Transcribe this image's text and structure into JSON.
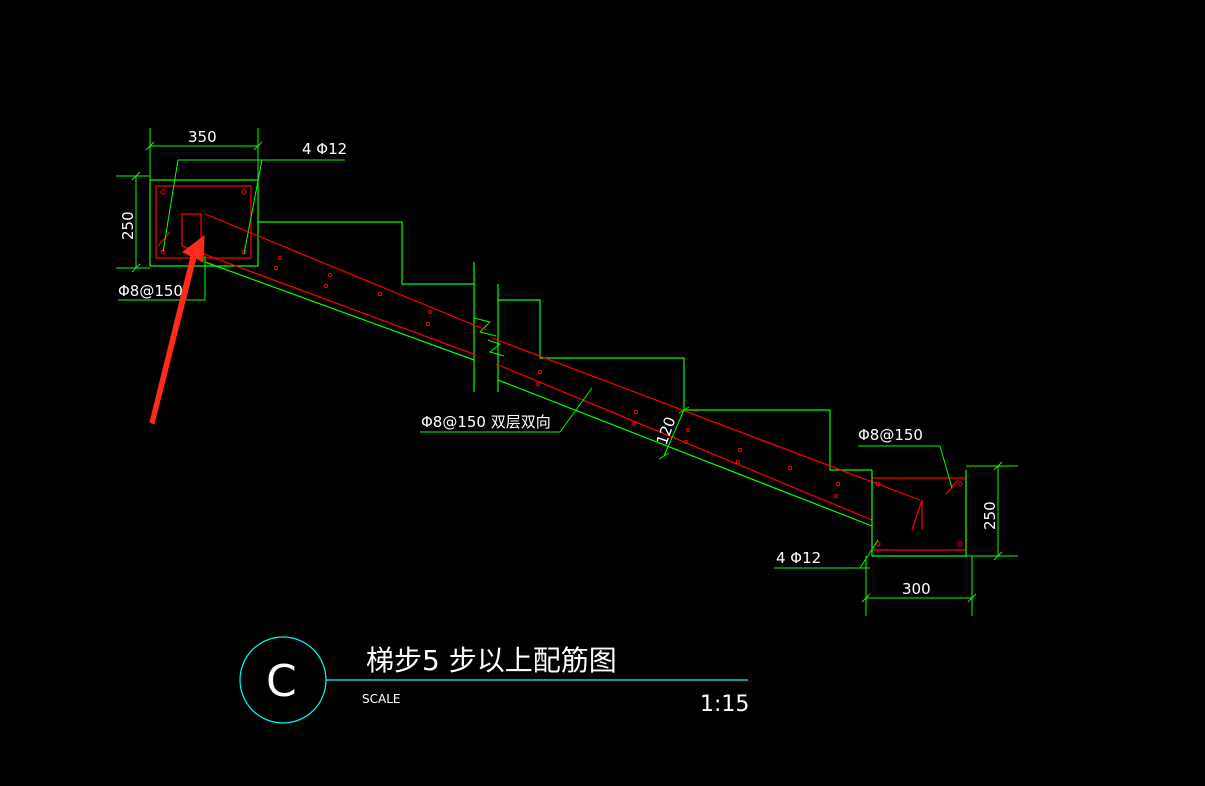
{
  "colors": {
    "background": "#000000",
    "green": "#00ff00",
    "red": "#ff0000",
    "text": "#ffffff",
    "cyan": "#00ffff",
    "arrow": "#ff2a1a"
  },
  "dims": {
    "top_width": "350",
    "top_height": "250",
    "bottom_height": "250",
    "bottom_width": "300",
    "slab_thickness": "120"
  },
  "labels": {
    "top_bars": "4 Φ12",
    "top_stirrup": "Φ8@150",
    "slab_rebar": "Φ8@150 双层双向",
    "bottom_stirrup": "Φ8@150",
    "bottom_bars": "4 Φ12"
  },
  "title_block": {
    "letter": "C",
    "title": "梯步5 步以上配筋图",
    "scale_word": "SCALE",
    "scale_value": "1:15"
  },
  "icons": {
    "annotation_arrow": "red-arrow-icon"
  }
}
